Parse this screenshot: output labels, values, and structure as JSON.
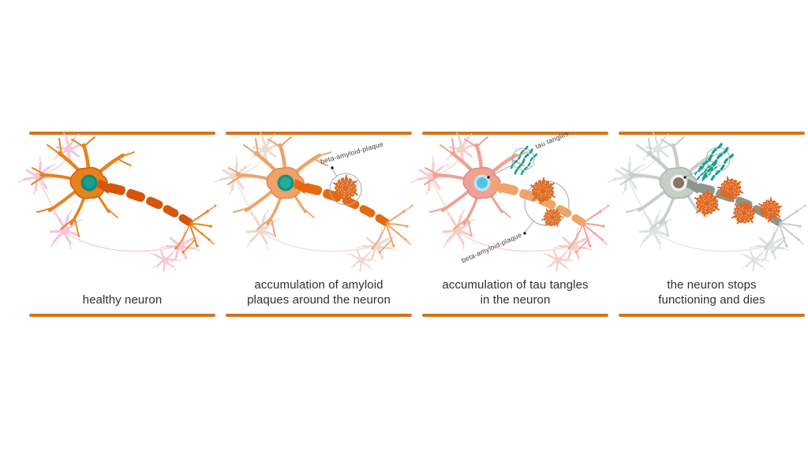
{
  "figure": {
    "kind": "alzheimers-neuron-degeneration-stages",
    "stage_count": 4
  },
  "theme": {
    "divider": "#d2751c",
    "ink": "#2f2f2f",
    "label_ink": "#3c3c3c",
    "callout_outline": "#a9aeb4",
    "leader_line": "#9aa0a6"
  },
  "panels": [
    {
      "name": "healthy-neuron",
      "caption_lines": [
        "healthy neuron"
      ],
      "colors": {
        "body": "#e8811b",
        "bodyLine": "#d26008",
        "axon": "#d4560b",
        "ring": "#0f8a7d",
        "nucleus": "#1b9e90",
        "bg": "#f7c5d6"
      }
    },
    {
      "name": "amyloid-plaques",
      "caption_lines": [
        "accumulation of amyloid",
        "plaques around the neuron"
      ],
      "labels": {
        "plaque": "beta-amyloid-plaque"
      },
      "colors": {
        "body": "#f0a26b",
        "bodyLine": "#e08a4a",
        "axon": "#e7690d",
        "ring": "#13957f",
        "nucleus": "#23ac9a",
        "bg": "#eed9d0",
        "plaque": "#dc6a22",
        "outline": "#a9aeb4"
      }
    },
    {
      "name": "tau-tangles",
      "caption_lines": [
        "accumulation of tau tangles",
        "in the neuron"
      ],
      "labels": {
        "plaque": "beta-amyloid-plaque",
        "tau": "tau tangles"
      },
      "colors": {
        "body": "#efa195",
        "bodyLine": "#e58d7d",
        "axon": "#f0a466",
        "ring": "#bce3f0",
        "nucleus": "#55c2e4",
        "bg": "#f6cec8",
        "plaque": "#dc6a22",
        "tau": "#13a18a",
        "outline": "#a9aeb4"
      }
    },
    {
      "name": "neuron-death",
      "caption_lines": [
        "the neuron stops",
        "functioning and dies"
      ],
      "colors": {
        "body": "#c7cdc7",
        "bodyLine": "#aeb6b0",
        "axon": "#8e9591",
        "ring": "#eff1ef",
        "nucleus": "#8a7264",
        "bg": "#dfe3df",
        "plaque": "#e0661f",
        "tau": "#13a18a",
        "outline": "#abafb3"
      }
    }
  ]
}
